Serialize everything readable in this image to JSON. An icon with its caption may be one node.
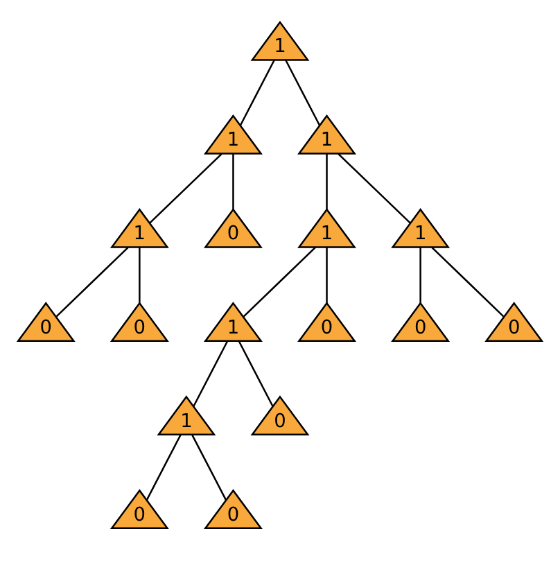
{
  "diagram": {
    "nodes": [
      {
        "text": [
          "1"
        ]
      },
      {
        "text": [
          "1"
        ]
      },
      {
        "text": [
          "1"
        ]
      },
      {
        "text": [
          "1"
        ]
      },
      {
        "text": [
          "0"
        ]
      },
      {
        "text": [
          "1"
        ]
      },
      {
        "text": [
          "1"
        ]
      },
      {
        "text": [
          "0"
        ]
      },
      {
        "text": [
          "0"
        ]
      },
      {
        "text": [
          "1"
        ]
      },
      {
        "text": [
          "0"
        ]
      },
      {
        "text": [
          "0"
        ]
      },
      {
        "text": [
          "0"
        ]
      },
      {
        "text": [
          "1"
        ]
      },
      {
        "text": [
          "0"
        ]
      },
      {
        "text": [
          "0"
        ]
      },
      {
        "text": [
          "0"
        ]
      }
    ],
    "edges": [
      {
        "from": 0,
        "to": 1,
        "arrow": "none"
      },
      {
        "from": 0,
        "to": 2,
        "arrow": "none"
      },
      {
        "from": 1,
        "to": 3,
        "arrow": "none"
      },
      {
        "from": 1,
        "to": 4,
        "arrow": "none"
      },
      {
        "from": 3,
        "to": 7,
        "arrow": "none"
      },
      {
        "from": 3,
        "to": 8,
        "arrow": "none"
      },
      {
        "from": 2,
        "to": 5,
        "arrow": "none"
      },
      {
        "from": 2,
        "to": 6,
        "arrow": "none"
      },
      {
        "from": 5,
        "to": 9,
        "arrow": "none"
      },
      {
        "from": 5,
        "to": 10,
        "arrow": "none"
      },
      {
        "from": 9,
        "to": 13,
        "arrow": "none"
      },
      {
        "from": 9,
        "to": 14,
        "arrow": "none"
      },
      {
        "from": 13,
        "to": 15,
        "arrow": "none"
      },
      {
        "from": 13,
        "to": 16,
        "arrow": "none"
      },
      {
        "from": 6,
        "to": 11,
        "arrow": "none"
      },
      {
        "from": 6,
        "to": 12,
        "arrow": "none"
      }
    ]
  }
}
